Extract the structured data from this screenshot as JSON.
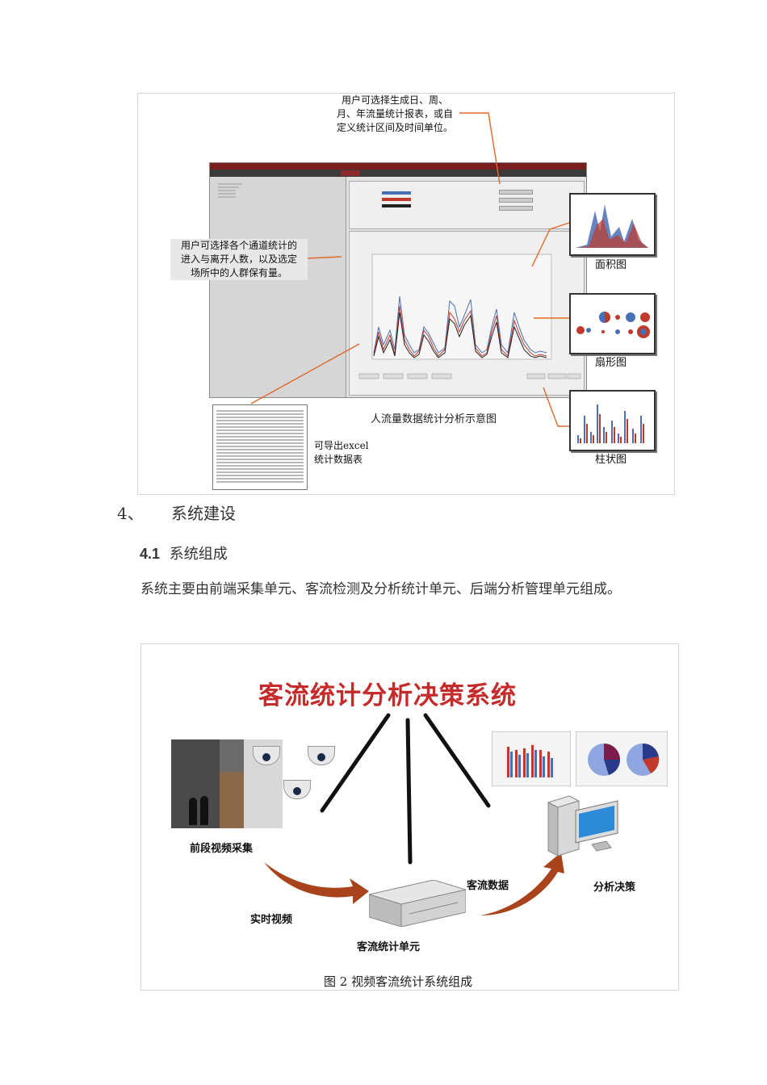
{
  "figure1": {
    "annotations": {
      "report": "用户可选择生成日、周、\n月、年流量统计报表，或自\n定义统计区间及时间单位。",
      "channels": "用户可选择各个通道统计的\n进入与离开人数，以及选定\n场所中的人群保有量。",
      "export": "可导出excel\n统计数据表"
    },
    "caption": "人流量数据统计分析示意图",
    "thumb_labels": {
      "area": "面积图",
      "pie": "扇形图",
      "bar": "柱状图"
    },
    "colors": {
      "line_red": "#c0392b",
      "line_blue": "#4a6fb5",
      "arrow": "#e06a2b",
      "titlebar": "#7a1d1d"
    }
  },
  "section4": {
    "num": "4、",
    "title": "系统建设"
  },
  "section41": {
    "num": "4.1",
    "title": "系统组成"
  },
  "paragraph": "系统主要由前端采集单元、客流检测及分析统计单元、后端分析管理单元组成。",
  "figure2": {
    "title": "客流统计分析决策系统",
    "labels": {
      "front": "前段视频采集",
      "realtime": "实时视频",
      "unit": "客流统计单元",
      "data": "客流数据",
      "decision": "分析决策"
    },
    "caption": "图 2  视频客流统计系统组成",
    "colors": {
      "title": "#c62b2b",
      "arrow": "#a8431c"
    }
  }
}
